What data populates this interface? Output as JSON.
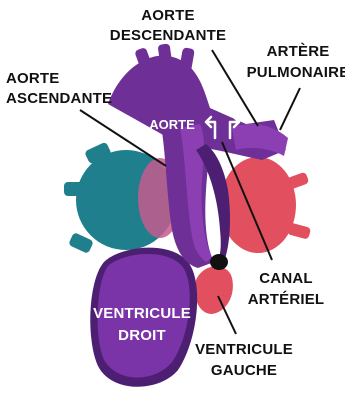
{
  "labels": {
    "descending_aorta": [
      "AORTE",
      "DESCENDANTE"
    ],
    "pulmonary_artery": [
      "ARTÈRE",
      "PULMONAIRE"
    ],
    "ascending_aorta": [
      "AORTE",
      "ASCENDANTE"
    ],
    "aorta_center": "AORTE",
    "ductus_arteriosus": [
      "CANAL",
      "ARTÉRIEL"
    ],
    "right_ventricle": [
      "VENTRICULE",
      "DROIT"
    ],
    "left_ventricle": [
      "VENTRICULE",
      "GAUCHE"
    ]
  },
  "colors": {
    "teal_atrium": "#1f7f8c",
    "red_atrium": "#e2505f",
    "purple_vessel": "#6e2f96",
    "purple_dark": "#4d1f73",
    "purple_light": "#8b3fb3",
    "pink_highlight": "#c45a8d",
    "black_duct": "#111111",
    "white": "#ffffff"
  }
}
